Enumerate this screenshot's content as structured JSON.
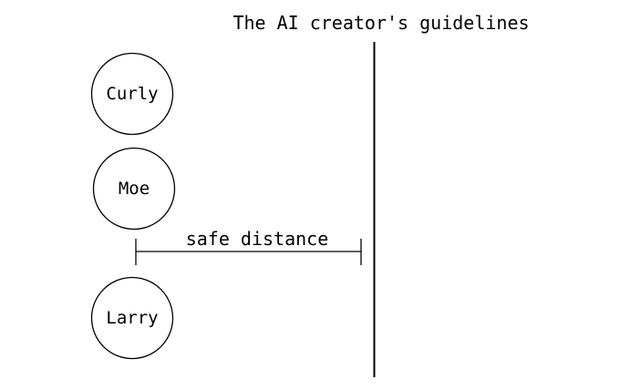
{
  "diagram": {
    "guideline_label": "The AI creator's guidelines",
    "nodes": [
      {
        "label": "Curly"
      },
      {
        "label": "Moe"
      },
      {
        "label": "Larry"
      }
    ],
    "measurement_label": "safe distance"
  },
  "colors": {
    "background": "#ffffff",
    "ink": "#000000"
  }
}
